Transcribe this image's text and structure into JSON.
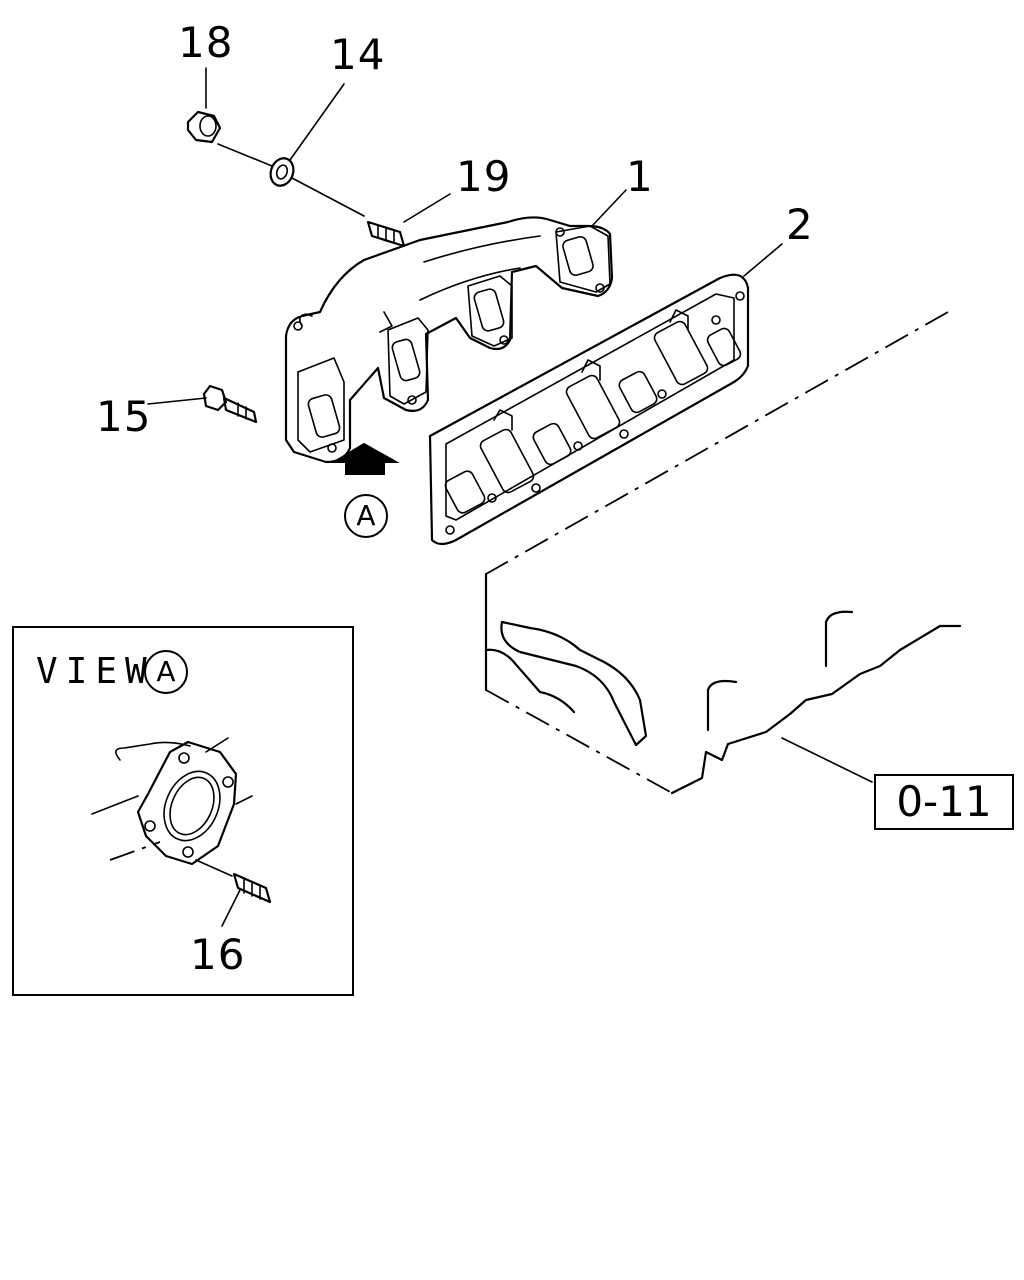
{
  "callouts": {
    "part_18": "18",
    "part_14": "14",
    "part_19": "19",
    "part_1": "1",
    "part_2": "2",
    "part_15": "15",
    "part_16": "16"
  },
  "view_marker": "A",
  "view_box": {
    "label": "VIEW",
    "marker": "A"
  },
  "reference": "0-11",
  "icons": [
    "nut-icon",
    "washer-icon",
    "stud-icon",
    "bolt-icon",
    "direction-arrow-icon"
  ]
}
